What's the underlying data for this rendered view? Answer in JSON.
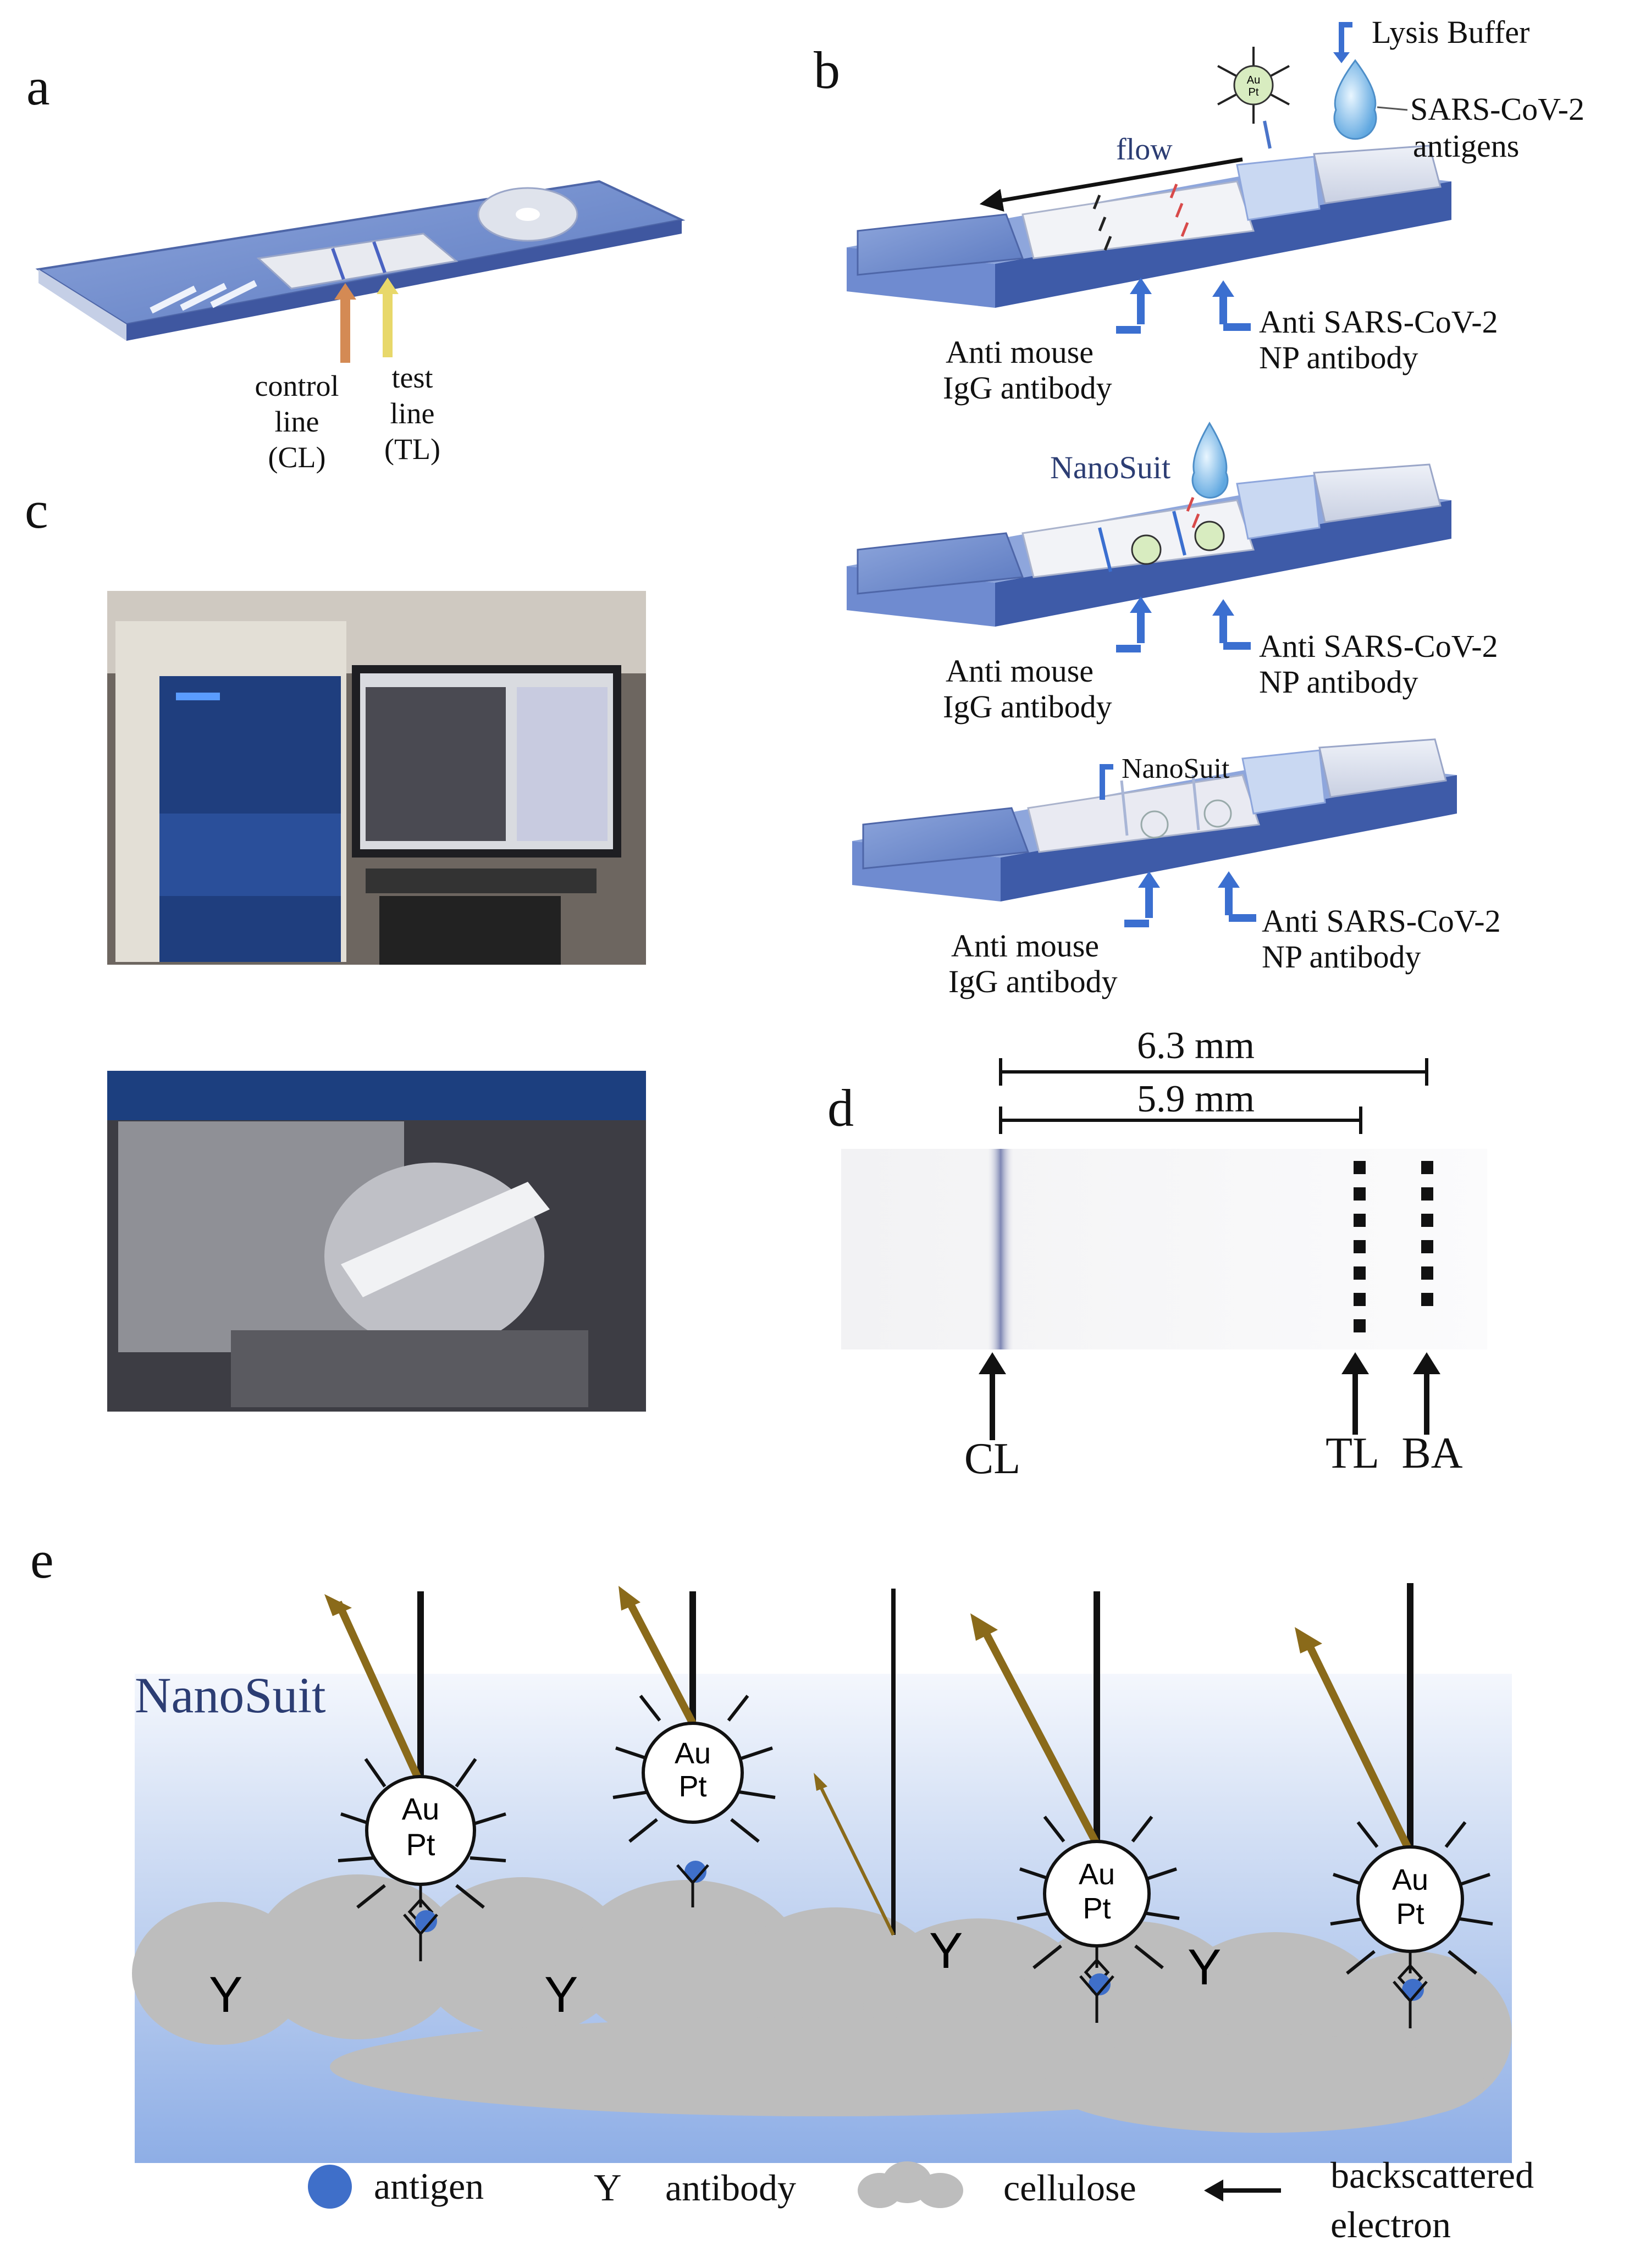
{
  "panels": {
    "a": {
      "letter": "a",
      "control_label": [
        "control",
        "line",
        "(CL)"
      ],
      "test_label": [
        "test",
        "line",
        "(TL)"
      ]
    },
    "b": {
      "letter": "b",
      "lysis_buffer": "Lysis Buffer",
      "flow": "flow",
      "au": "Au",
      "pt": "Pt",
      "antigens": [
        "SARS-CoV-2",
        "antigens"
      ],
      "nanosuit": "NanoSuit",
      "anti_mouse": [
        "Anti mouse",
        "IgG antibody"
      ],
      "anti_sars": [
        "Anti SARS-CoV-2",
        "NP antibody"
      ]
    },
    "c": {
      "letter": "c"
    },
    "d": {
      "letter": "d",
      "dim_outer": "6.3 mm",
      "dim_inner": "5.9 mm",
      "cl": "CL",
      "tl": "TL",
      "ba": "BA"
    },
    "e": {
      "letter": "e",
      "nanosuit": "NanoSuit",
      "au": "Au",
      "pt": "Pt",
      "antibody_glyph": "Y"
    }
  },
  "legend": {
    "antigen": "antigen",
    "antibody_symbol": "Y",
    "antibody": "antibody",
    "cellulose": "cellulose",
    "backscattered": [
      "backscattered",
      "electron"
    ]
  },
  "colors": {
    "strip_blue": "#6e8ccb",
    "antigen_blue": "#3f6fc9",
    "electron_brown": "#8a6a1a",
    "cellulose_gray": "#bdbdbd",
    "nanosuit_label": "#2c3d73"
  }
}
